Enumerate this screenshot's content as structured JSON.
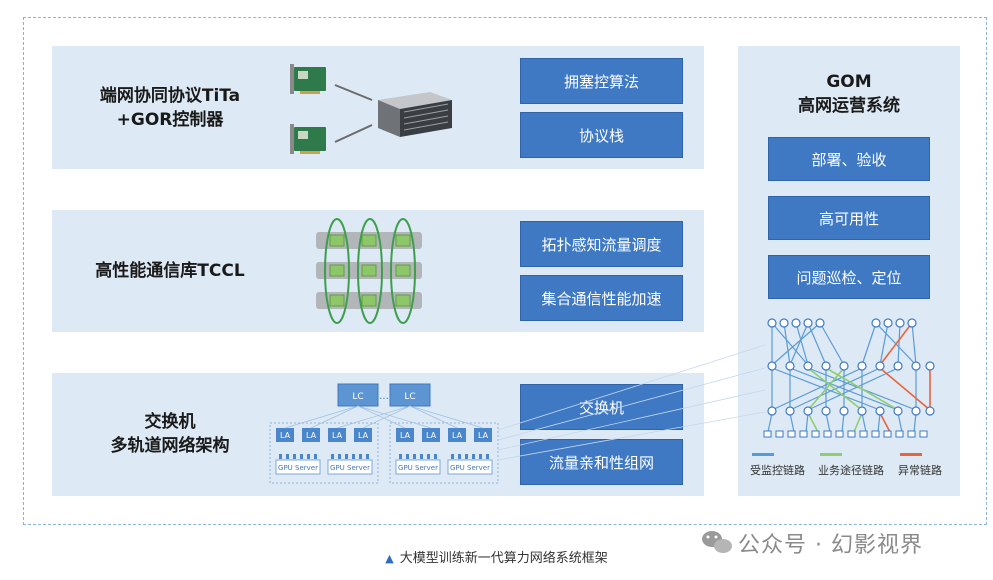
{
  "rows": [
    {
      "title": "端网协同协议TiTa\n+GOR控制器",
      "buttons": [
        "拥塞控算法",
        "协议栈"
      ]
    },
    {
      "title": "高性能通信库TCCL",
      "buttons": [
        "拓扑感知流量调度",
        "集合通信性能加速"
      ]
    },
    {
      "title": "交换机\n多轨道网络架构",
      "buttons": [
        "交换机",
        "流量亲和性组网"
      ]
    }
  ],
  "gom": {
    "title_line1": "GOM",
    "title_line2": "高网运营系统",
    "buttons": [
      "部署、验收",
      "高可用性",
      "问题巡检、定位"
    ]
  },
  "legend": [
    {
      "label": "受监控链路",
      "color": "#5b9bd5"
    },
    {
      "label": "业务途径链路",
      "color": "#8fce6e"
    },
    {
      "label": "异常链路",
      "color": "#e8643c"
    }
  ],
  "topology": {
    "lc_label": "LC",
    "lc_dots": "...",
    "la_label": "LA",
    "gpu_label": "GPU Server"
  },
  "caption": "大模型训练新一代算力网络系统框架",
  "watermark": "公众号 · 幻影视界"
}
